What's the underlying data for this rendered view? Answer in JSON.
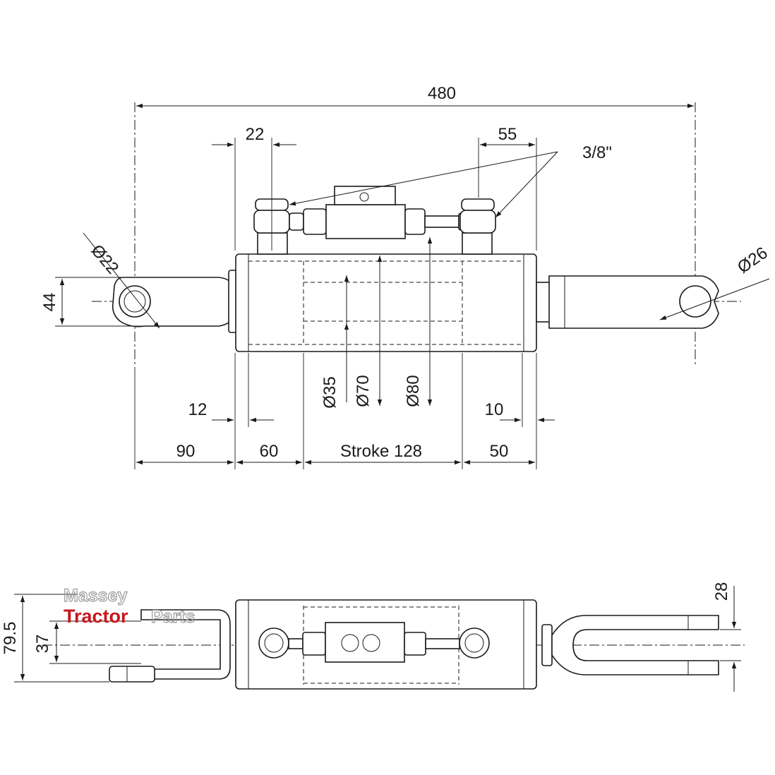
{
  "dimensions": {
    "overall_length": "480",
    "port_spacing_left": "22",
    "port_spacing_right": "55",
    "port_thread": "3/8\"",
    "pin_left_diameter": "Ø22",
    "pin_right_diameter": "Ø26",
    "eye_height": "44",
    "rod_diameter": "Ø35",
    "bore_diameter": "Ø70",
    "tube_diameter": "Ø80",
    "end_cap_left": "12",
    "end_cap_right": "10",
    "rod_end_length": "90",
    "gland_length": "60",
    "stroke": "Stroke 128",
    "base_length": "50",
    "bottom_height": "79.5",
    "bottom_rod_offset": "37",
    "clevis_gap": "28"
  },
  "watermark": {
    "line1": "Massey",
    "line2_red": "Tractor",
    "line2_grey": "Parts"
  },
  "colors": {
    "ink": "#1a1a1a",
    "brand_red": "#c8161d",
    "watermark_grey": "#9a9a9a"
  }
}
